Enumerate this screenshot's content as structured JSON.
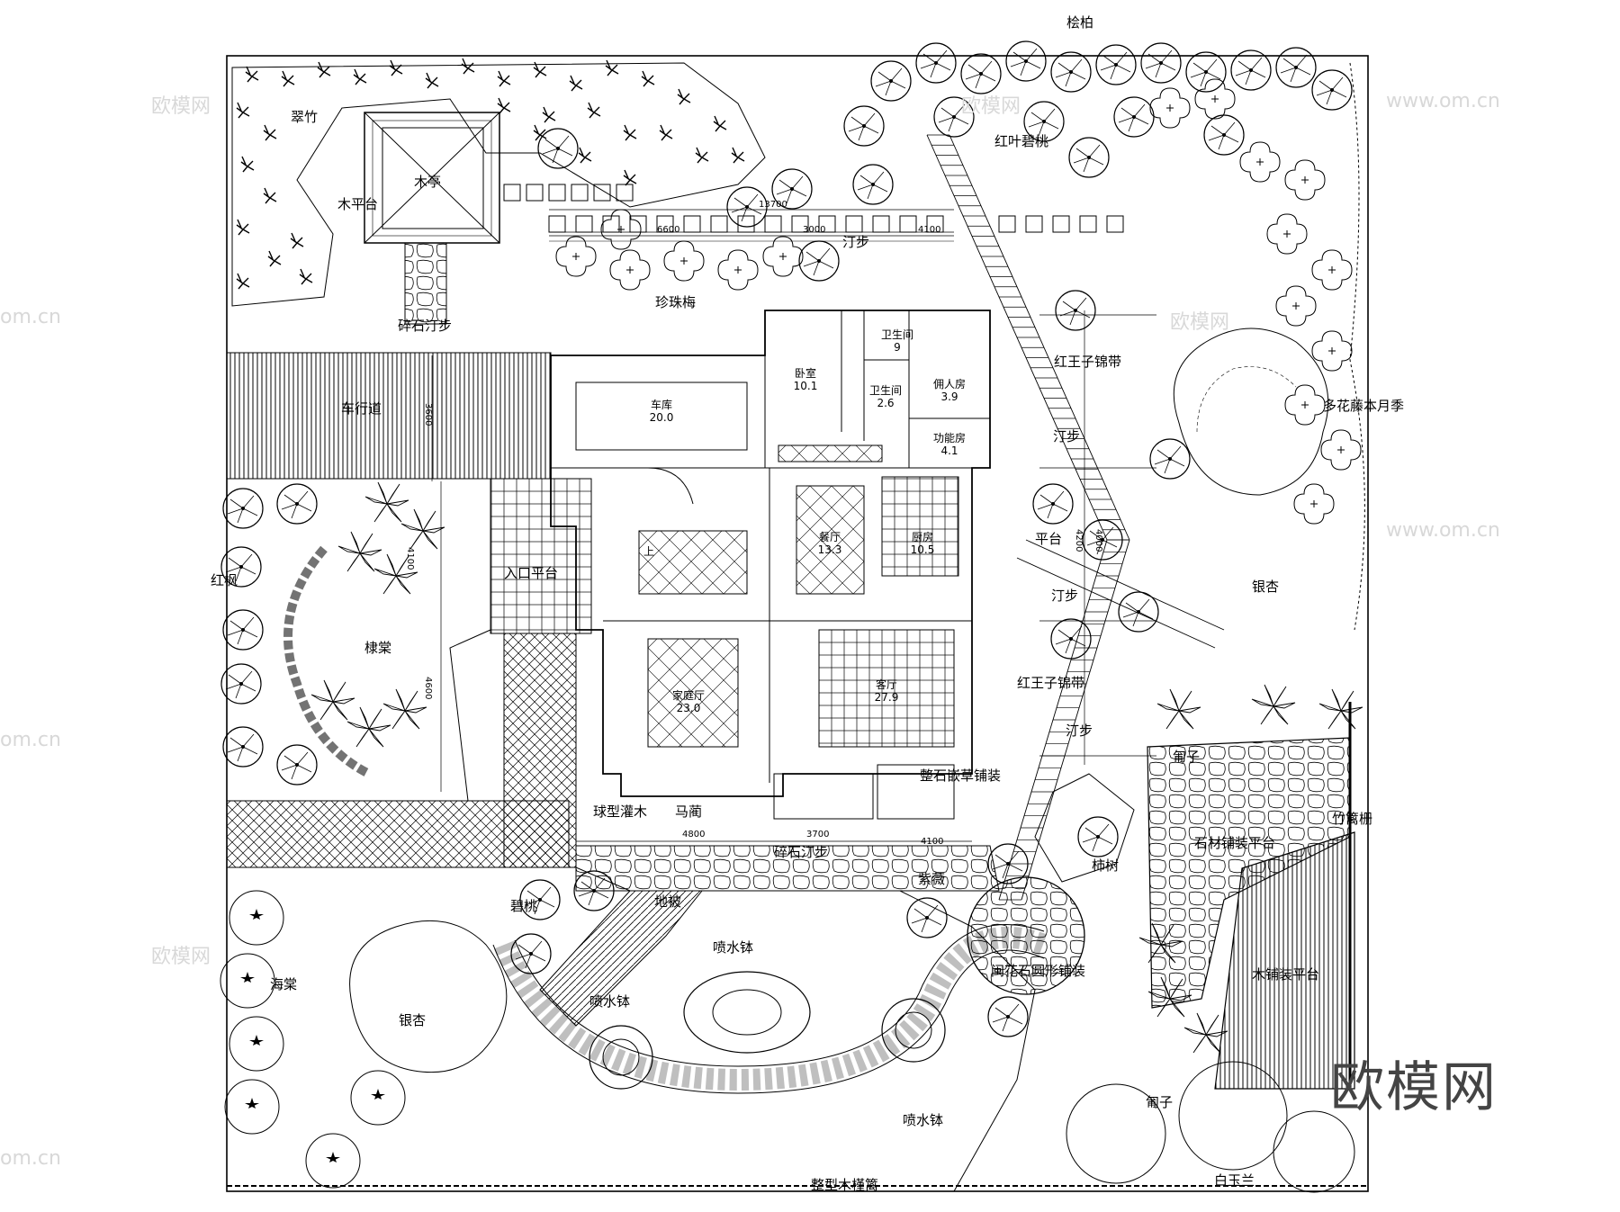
{
  "plants": {
    "juniper": "桧柏",
    "bamboo": "翠竹",
    "red_leaf_plum": "红叶碧桃",
    "pearl_plum": "珍珠梅",
    "red_weigela_1": "红王子锦带",
    "red_weigela_2": "红王子锦带",
    "climbing_rose": "多花藤本月季",
    "ginkgo_east": "银杏",
    "ginkgo_west": "银杏",
    "red_maple": "红枫",
    "kerria": "棣棠",
    "ball_shrub": "球型灌木",
    "iris": "马蔺",
    "flowering_peach": "碧桃",
    "ground_cover": "地被",
    "crabapple": "海棠",
    "crape_myrtle": "紫薇",
    "persimmon": "柿树",
    "cotoneaster_1": "匍子",
    "cotoneaster_2": "匍子",
    "yulan": "白玉兰",
    "hibiscus_hedge": "整型木槿篱"
  },
  "features": {
    "pavilion": "木亭",
    "wood_deck": "木平台",
    "gravel_path_top": "碎石汀步",
    "gravel_path_bottom": "碎石汀步",
    "stepping_1": "汀步",
    "stepping_2": "汀步",
    "stepping_3": "汀步",
    "stepping_4": "汀步",
    "driveway": "车行道",
    "entry_platform": "入口平台",
    "terrace": "平台",
    "stone_grass_paving": "整石嵌草铺装",
    "stone_paved_platform": "石材铺装平台",
    "bamboo_fence": "竹篱栅",
    "wood_paved_platform": "木铺装平台",
    "round_granite_paving": "闽花石圆形铺装",
    "fountain_bowl_1": "喷水钵",
    "fountain_bowl_2": "喷水钵",
    "fountain_bowl_3": "喷水钵"
  },
  "rooms": {
    "garage": {
      "name": "车库",
      "area": "20.0"
    },
    "bedroom": {
      "name": "卧室",
      "area": "10.1"
    },
    "wc_1": {
      "name": "卫生间",
      "area": "9"
    },
    "wc_2": {
      "name": "卫生间",
      "area": "2.6"
    },
    "servant": {
      "name": "佣人房",
      "area": "3.9"
    },
    "utility": {
      "name": "功能房",
      "area": "4.1"
    },
    "dining": {
      "name": "餐厅",
      "area": "13.3"
    },
    "kitchen": {
      "name": "厨房",
      "area": "10.5"
    },
    "family": {
      "name": "家庭厅",
      "area": "23.0"
    },
    "living": {
      "name": "客厅",
      "area": "27.9"
    },
    "stair_up": "上"
  },
  "dimensions": {
    "d13700": "13700",
    "d6600": "6600",
    "d3000": "3000",
    "d4100_top": "4100",
    "d3600": "3600",
    "d4100_left": "4100",
    "d4600": "4600",
    "d4200": "4200",
    "d4000": "4000",
    "d4800": "4800",
    "d3700": "3700",
    "d4100_bottom": "4100"
  },
  "watermarks": {
    "brand_cn": "欧模网",
    "site": "www.om.cn",
    "site_short": "om.cn"
  },
  "brand": "欧模网"
}
